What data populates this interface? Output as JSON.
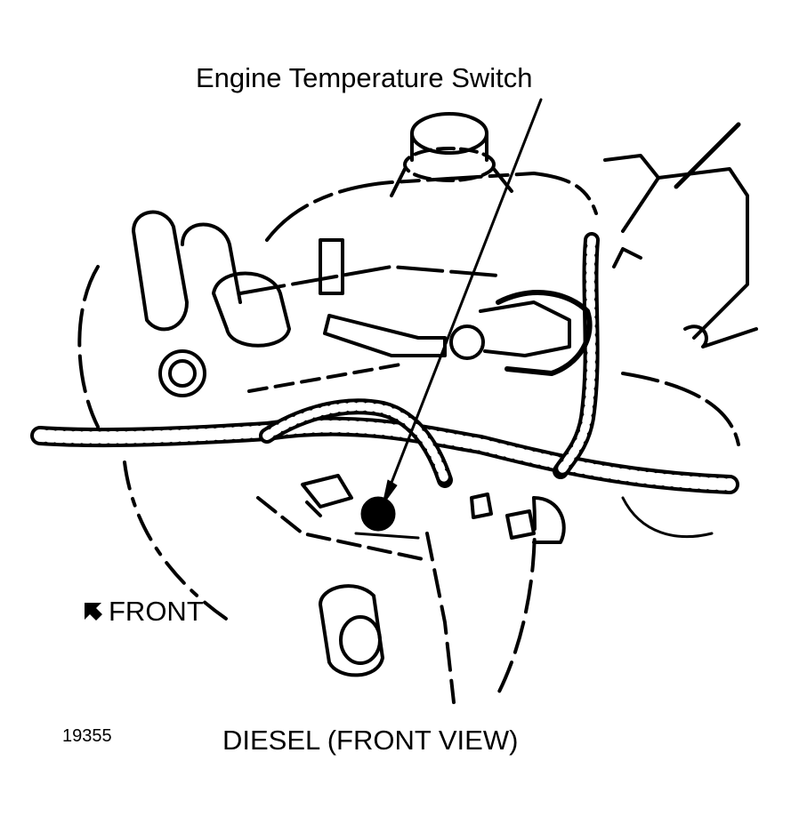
{
  "callout": {
    "label": "Engine Temperature Switch"
  },
  "direction": {
    "label": "FRONT",
    "icon": "front-arrow-icon"
  },
  "figure_number": "19355",
  "caption": "DIESEL (FRONT VIEW)",
  "colors": {
    "ink": "#000000",
    "paper": "#ffffff"
  }
}
